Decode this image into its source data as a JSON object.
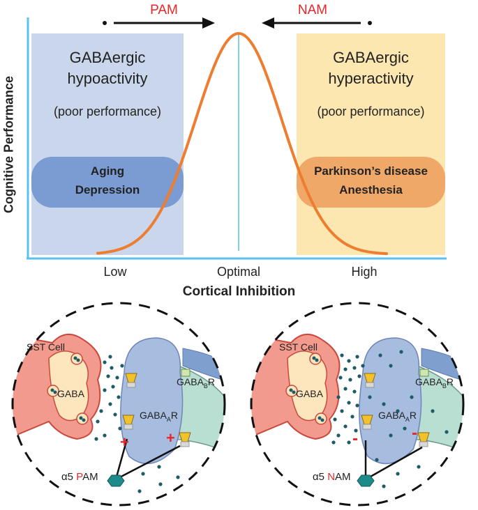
{
  "top": {
    "y_axis_label": "Cognitive Performance",
    "x_axis_label": "Cortical Inhibition",
    "ticks": {
      "low": "Low",
      "optimal": "Optimal",
      "high": "High"
    },
    "pam_label": "PAM",
    "nam_label": "NAM",
    "left_zone": {
      "title_line1": "GABAergic",
      "title_line2": "hypoactivity",
      "note": "(poor performance)",
      "pill_line1": "Aging",
      "pill_line2": "Depression"
    },
    "right_zone": {
      "title_line1": "GABAergic",
      "title_line2": "hyperactivity",
      "note": "(poor performance)",
      "pill_line1": "Parkinson’s disease",
      "pill_line2": "Anesthesia"
    }
  },
  "left_synapse": {
    "cell_label": "SST Cell",
    "gaba_label": "GABA",
    "gabab_main": "GABA",
    "gabab_sub": "B",
    "gabab_tail": "R",
    "gabaa_main": "GABA",
    "gabaa_sub": "A",
    "gabaa_tail": "R",
    "modulator_prefix": "α5 ",
    "modulator_letter": "P",
    "modulator_suffix": "AM",
    "sign": "+"
  },
  "right_synapse": {
    "cell_label": "SST Cell",
    "gaba_label": "GABA",
    "gabab_main": "GABA",
    "gabab_sub": "B",
    "gabab_tail": "R",
    "gabaa_main": "GABA",
    "gabaa_sub": "A",
    "gabaa_tail": "R",
    "modulator_prefix": "α5 ",
    "modulator_letter": "N",
    "modulator_suffix": "AM",
    "sign": "-"
  },
  "colors": {
    "axis": "#5bc0ee",
    "curve": "#ed7d31",
    "left_zone": "#c9d6ec",
    "right_zone": "#fde7b0",
    "left_pill": "#7b9bd3",
    "right_pill": "#f0a868",
    "accent_red": "#e8262a"
  }
}
